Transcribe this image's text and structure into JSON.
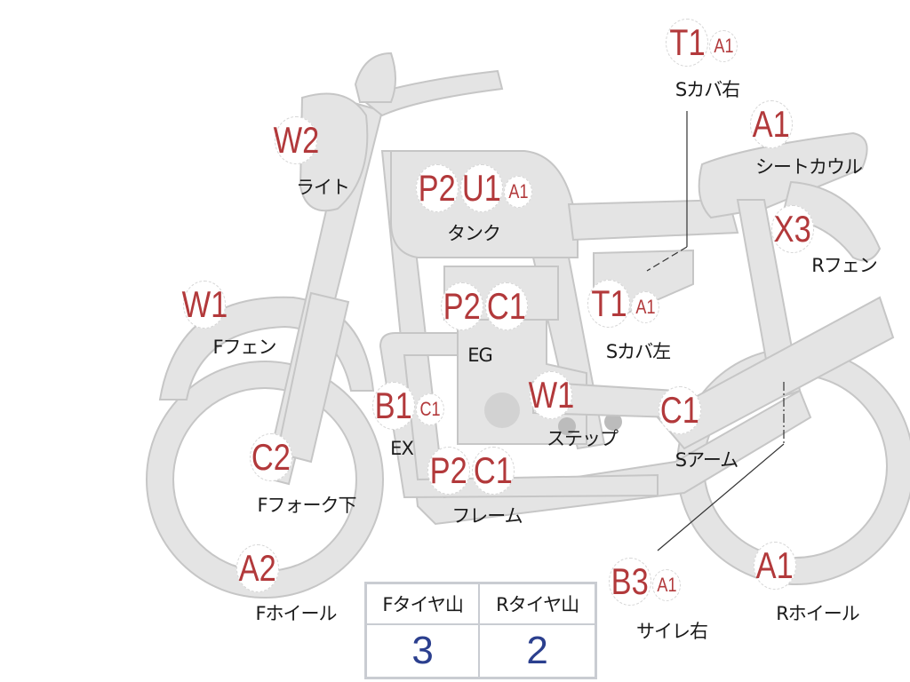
{
  "colors": {
    "part_fill": "#e4e4e4",
    "part_stroke": "#c6c6c6",
    "code_red": "#b2393b",
    "value_blue": "#2b3f8e"
  },
  "parts": [
    {
      "name": "light",
      "label": "ライト",
      "codes": [
        {
          "text": "W2",
          "size": "big"
        }
      ]
    },
    {
      "name": "tank",
      "label": "タンク",
      "codes": [
        {
          "text": "P2",
          "size": "big"
        },
        {
          "text": "U1",
          "size": "big"
        },
        {
          "text": "A1",
          "size": "small"
        }
      ]
    },
    {
      "name": "side-cover-right",
      "label": "Sカバ右",
      "codes": [
        {
          "text": "T1",
          "size": "big"
        },
        {
          "text": "A1",
          "size": "small"
        }
      ]
    },
    {
      "name": "seat-cowl",
      "label": "シートカウル",
      "codes": [
        {
          "text": "A1",
          "size": "big"
        }
      ]
    },
    {
      "name": "rear-fender",
      "label": "Rフェン",
      "codes": [
        {
          "text": "X3",
          "size": "big"
        }
      ]
    },
    {
      "name": "front-fender",
      "label": "Fフェン",
      "codes": [
        {
          "text": "W1",
          "size": "big"
        }
      ]
    },
    {
      "name": "engine",
      "label": "EG",
      "codes": [
        {
          "text": "P2",
          "size": "big"
        },
        {
          "text": "C1",
          "size": "big"
        }
      ]
    },
    {
      "name": "side-cover-left",
      "label": "Sカバ左",
      "codes": [
        {
          "text": "T1",
          "size": "big"
        },
        {
          "text": "A1",
          "size": "small"
        }
      ]
    },
    {
      "name": "exhaust",
      "label": "EX",
      "codes": [
        {
          "text": "B1",
          "size": "big"
        },
        {
          "text": "C1",
          "size": "small"
        }
      ]
    },
    {
      "name": "step",
      "label": "ステップ",
      "codes": [
        {
          "text": "W1",
          "size": "big"
        }
      ]
    },
    {
      "name": "swing-arm",
      "label": "Sアーム",
      "codes": [
        {
          "text": "C1",
          "size": "big"
        }
      ]
    },
    {
      "name": "front-fork-lower",
      "label": "Fフォーク下",
      "codes": [
        {
          "text": "C2",
          "size": "big"
        }
      ]
    },
    {
      "name": "frame",
      "label": "フレーム",
      "codes": [
        {
          "text": "P2",
          "size": "big"
        },
        {
          "text": "C1",
          "size": "big"
        }
      ]
    },
    {
      "name": "front-wheel",
      "label": "Fホイール",
      "codes": [
        {
          "text": "A2",
          "size": "big"
        }
      ]
    },
    {
      "name": "silencer-right",
      "label": "サイレ右",
      "codes": [
        {
          "text": "B3",
          "size": "big"
        },
        {
          "text": "A1",
          "size": "small"
        }
      ]
    },
    {
      "name": "rear-wheel",
      "label": "Rホイール",
      "codes": [
        {
          "text": "A1",
          "size": "big"
        }
      ]
    }
  ],
  "tire_table": {
    "headers": [
      "Fタイヤ山",
      "Rタイヤ山"
    ],
    "values": [
      "3",
      "2"
    ]
  }
}
